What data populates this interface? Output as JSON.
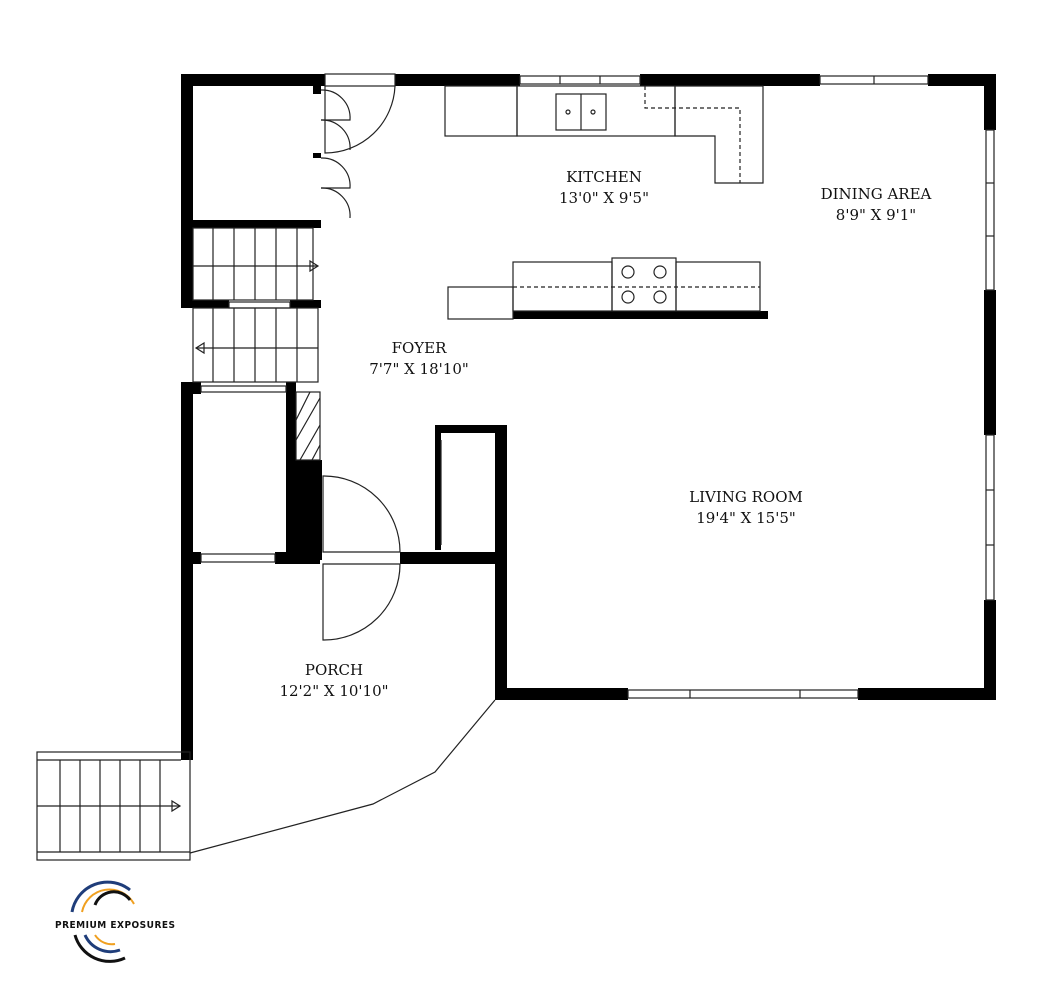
{
  "rooms": [
    {
      "name": "KITCHEN",
      "dims": "13'0\" X 9'5\""
    },
    {
      "name": "DINING AREA",
      "dims": "8'9\" X 9'1\""
    },
    {
      "name": "FOYER",
      "dims": "7'7\" X 18'10\""
    },
    {
      "name": "LIVING ROOM",
      "dims": "19'4\" X 15'5\""
    },
    {
      "name": "PORCH",
      "dims": "12'2\" X 10'10\""
    }
  ],
  "logo": {
    "text": "PREMIUM EXPOSURES",
    "colors": [
      "#1f3d7a",
      "#f0a020",
      "#111111"
    ]
  }
}
